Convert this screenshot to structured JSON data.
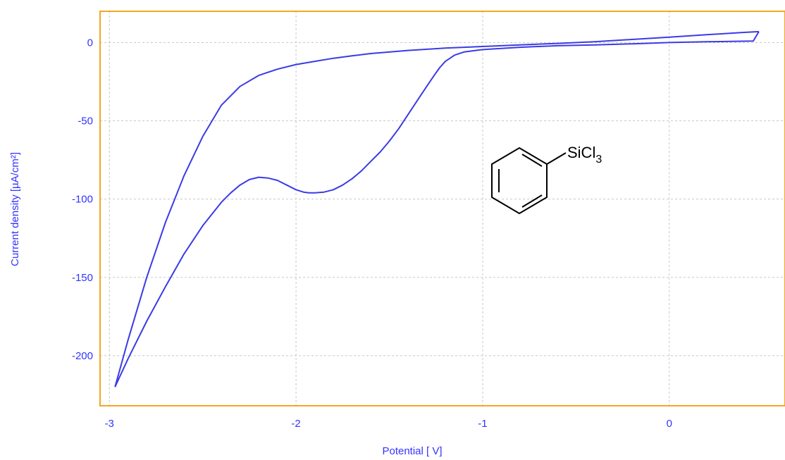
{
  "colors": {
    "frame": "#f5a623",
    "grid": "#c8c8c8",
    "text": "#3333ff",
    "curve": "#3b3be6",
    "structure": "#000000"
  },
  "chart_data": {
    "type": "line",
    "title": "",
    "xlabel": "Potential [ V]",
    "ylabel": "Current density [µA/cm²]",
    "xlim": [
      -3.05,
      0.62
    ],
    "ylim": [
      -232,
      20
    ],
    "xticks": [
      -3,
      -2,
      -1,
      0
    ],
    "xtick_labels": [
      "-3",
      "-2",
      "-1",
      "0"
    ],
    "yticks": [
      0,
      -50,
      -100,
      -150,
      -200
    ],
    "ytick_labels": [
      "0",
      "-50",
      "-100",
      "-150",
      "-200"
    ],
    "grid": true,
    "annotation": {
      "label": "SiCl",
      "subscript": "3",
      "description": "phenyl ring structure"
    },
    "series": [
      {
        "x": [
          0.48,
          0.45,
          0.2,
          0.0,
          -0.2,
          -0.4,
          -0.6,
          -0.8,
          -1.0,
          -1.1,
          -1.15,
          -1.2,
          -1.23,
          -1.26,
          -1.3,
          -1.35,
          -1.4,
          -1.45,
          -1.5,
          -1.55,
          -1.6,
          -1.65,
          -1.7,
          -1.75,
          -1.8,
          -1.85,
          -1.9,
          -1.93,
          -1.96,
          -2.0,
          -2.05,
          -2.1,
          -2.15,
          -2.2,
          -2.25,
          -2.3,
          -2.35,
          -2.4,
          -2.5,
          -2.6,
          -2.7,
          -2.8,
          -2.9,
          -2.97
        ],
        "y": [
          7,
          1,
          0.5,
          0,
          -0.8,
          -1.5,
          -2,
          -3,
          -4.5,
          -6,
          -8,
          -12,
          -16,
          -21,
          -28,
          -37,
          -46,
          -55,
          -63,
          -70,
          -76,
          -82,
          -87,
          -91,
          -94,
          -95.5,
          -96,
          -96,
          -95.5,
          -94,
          -91,
          -88,
          -86.5,
          -86,
          -87.5,
          -91,
          -96,
          -102,
          -117,
          -135,
          -156,
          -178,
          -202,
          -220
        ]
      },
      {
        "x": [
          -2.97,
          -2.9,
          -2.8,
          -2.7,
          -2.6,
          -2.5,
          -2.4,
          -2.3,
          -2.2,
          -2.1,
          -2.0,
          -1.9,
          -1.8,
          -1.7,
          -1.6,
          -1.4,
          -1.2,
          -1.0,
          -0.8,
          -0.6,
          -0.4,
          -0.2,
          0.0,
          0.2,
          0.4,
          0.48
        ],
        "y": [
          -220,
          -190,
          -150,
          -115,
          -85,
          -60,
          -40,
          -28,
          -21,
          -17,
          -14,
          -12,
          -10,
          -8.5,
          -7,
          -5,
          -3.5,
          -2.5,
          -1.5,
          -0.5,
          0.5,
          2,
          3.5,
          5,
          6.5,
          7
        ]
      }
    ]
  }
}
